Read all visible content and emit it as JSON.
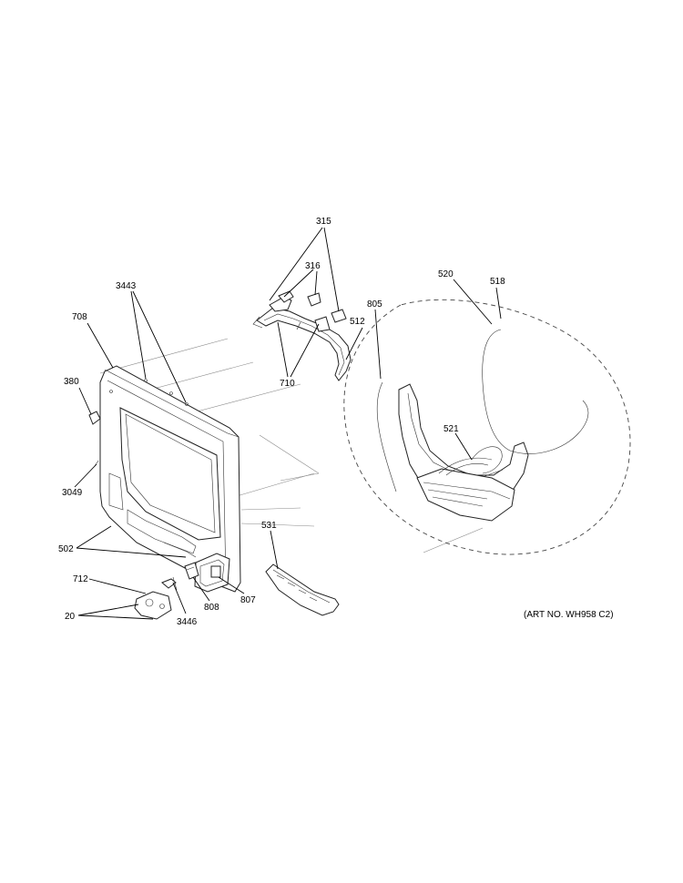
{
  "labels": {
    "l315": "315",
    "l316": "316",
    "l3443": "3443",
    "l708": "708",
    "l805": "805",
    "l512": "512",
    "l520": "520",
    "l518": "518",
    "l710": "710",
    "l380": "380",
    "l521": "521",
    "l3049": "3049",
    "l531": "531",
    "l502": "502",
    "l712": "712",
    "l808": "808",
    "l807": "807",
    "l20": "20",
    "l3446": "3446"
  },
  "art_number": "(ART NO. WH958 C2)"
}
